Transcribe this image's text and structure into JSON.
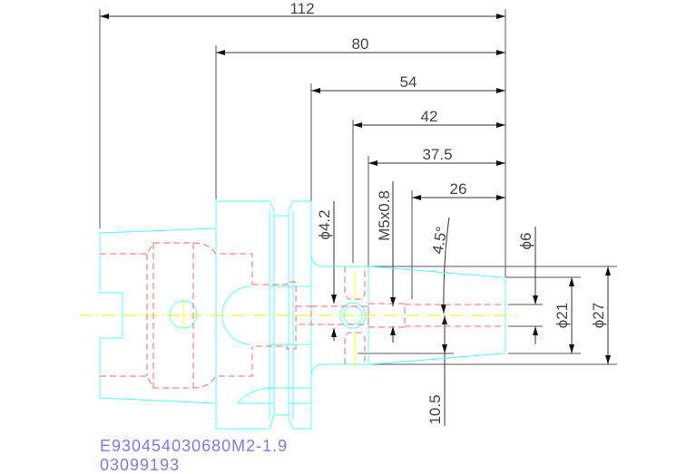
{
  "drawing": {
    "dimensions": {
      "overall_length": "112",
      "length_80": "80",
      "length_54": "54",
      "length_42": "42",
      "length_37_5": "37.5",
      "length_26": "26",
      "hole_dia": "ϕ4.2",
      "thread": "M5x0.8",
      "taper_angle": "4.5°",
      "bore_dia": "ϕ6",
      "tip_dia_small": "ϕ21",
      "tip_dia_large": "ϕ27",
      "offset": "10.5"
    },
    "part_number": "E930454030680M2-1.9",
    "code": "03099193"
  },
  "colors": {
    "outline": "#55ffff",
    "hidden": "#ff6666",
    "centerline": "#ffff00",
    "caption": "#7b7bf0"
  }
}
